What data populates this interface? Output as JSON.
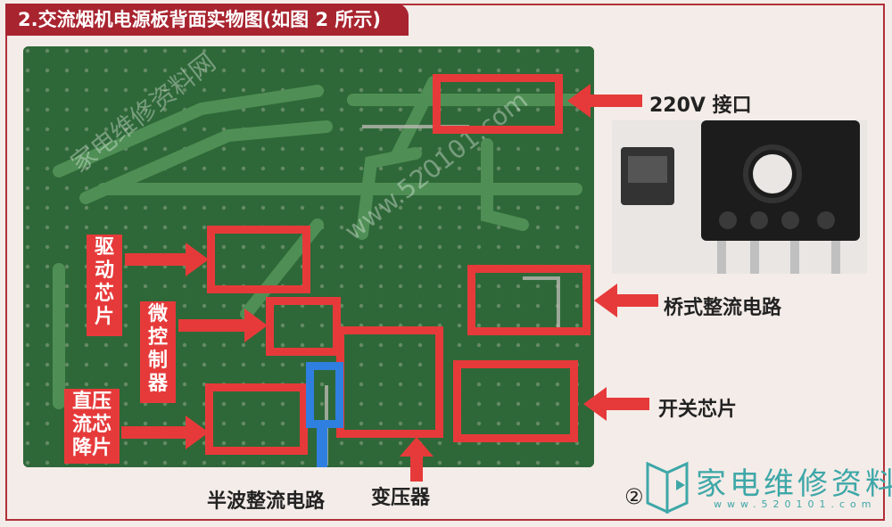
{
  "title": "2.交流烟机电源板背面实物图(如图 2 所示)",
  "labels": {
    "power_input": "220V 接口",
    "bridge": "桥式整流电路",
    "switch_chip": "开关芯片",
    "half_wave": "半波整流电路",
    "transformer": "变压器",
    "driver_chip": "驱动芯片",
    "mcu": "微控制器",
    "dc_chip": "直压流芯降片"
  },
  "driver_chip_lines": [
    "驱",
    "动",
    "芯",
    "片"
  ],
  "mcu_lines": [
    "微",
    "控",
    "制",
    "器"
  ],
  "dc_chip_lines": [
    "直压",
    "流芯",
    "降片"
  ],
  "figure_number": "②",
  "logo": {
    "text": "家电维修资料网",
    "url": "www.520101.com"
  },
  "colors": {
    "title_bg": "#a8242f",
    "highlight_red": "#e63a3a",
    "highlight_blue": "#2f7fe0",
    "board": "#2f6a3a"
  }
}
